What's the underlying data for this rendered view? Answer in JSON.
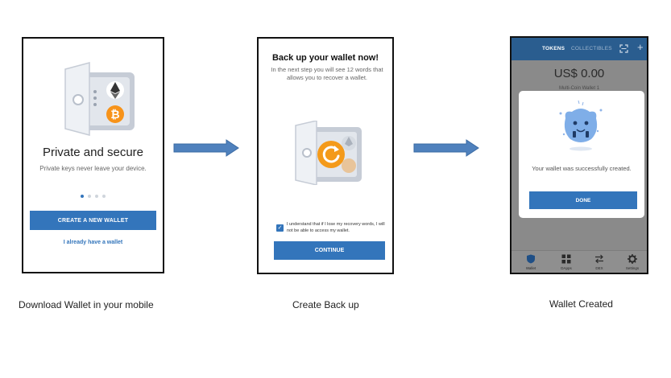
{
  "step1": {
    "title": "Private and secure",
    "subtitle": "Private keys never leave your device.",
    "create_button": "CREATE A NEW WALLET",
    "existing_link": "I already have a wallet",
    "pager": {
      "total": 4,
      "active": 0
    }
  },
  "step2": {
    "title": "Back up your wallet now!",
    "subtitle": "In the next step you will see 12 words that allows you to recover a wallet.",
    "checkbox_label": "I understand that if I lose my recovery words, I will not be able to access my wallet.",
    "checkbox_checked": true,
    "continue_button": "CONTINUE"
  },
  "step3": {
    "tabs": [
      "TOKENS",
      "COLLECTIBLES"
    ],
    "active_tab": "TOKENS",
    "balance": "US$ 0.00",
    "wallet_name": "Multi-Coin Wallet 1",
    "modal_message": "Your wallet was successfully created.",
    "done_button": "DONE",
    "nav": [
      {
        "label": "Wallet",
        "icon": "shield-icon"
      },
      {
        "label": "DApps",
        "icon": "grid-icon"
      },
      {
        "label": "DEX",
        "icon": "swap-arrows-icon"
      },
      {
        "label": "Settings",
        "icon": "gear-icon"
      }
    ]
  },
  "captions": {
    "step1": "Download Wallet in your mobile",
    "step2": "Create Back up",
    "step3": "Wallet Created"
  },
  "colors": {
    "brand_blue": "#3375bb",
    "topbar_blue": "#2a5d8f",
    "arrow_blue": "#4f81bd",
    "bitcoin_orange": "#f7931a",
    "backup_orange": "#f49a1a"
  }
}
